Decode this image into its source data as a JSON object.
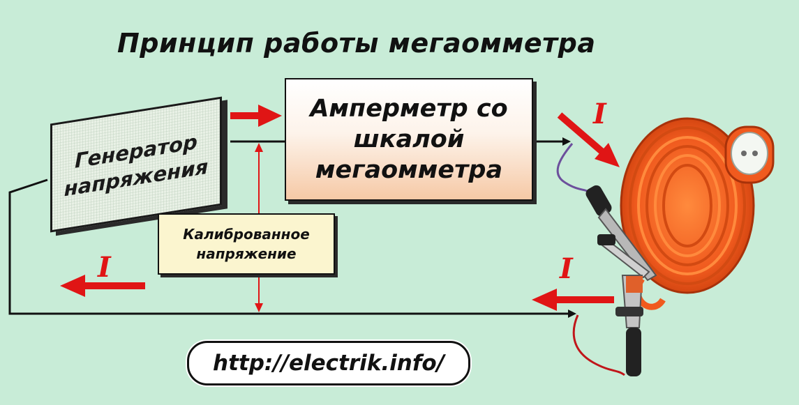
{
  "title": "Принцип работы мегаомметра",
  "generator": {
    "line1": "Генератор",
    "line2": "напряжения"
  },
  "ammeter": {
    "line1": "Амперметр со",
    "line2": "шкалой",
    "line3": "мегаомметра"
  },
  "calibrated": {
    "line1": "Калиброванное",
    "line2": "напряжение"
  },
  "current_label": "I",
  "url": "http://electrik.info/",
  "colors": {
    "background": "#c8ecd7",
    "arrow": "#e01515",
    "cable": "#f05a1e",
    "wire": "#111111"
  },
  "icons": [
    "extension-cord-reel",
    "alligator-clip",
    "red-arrow"
  ]
}
